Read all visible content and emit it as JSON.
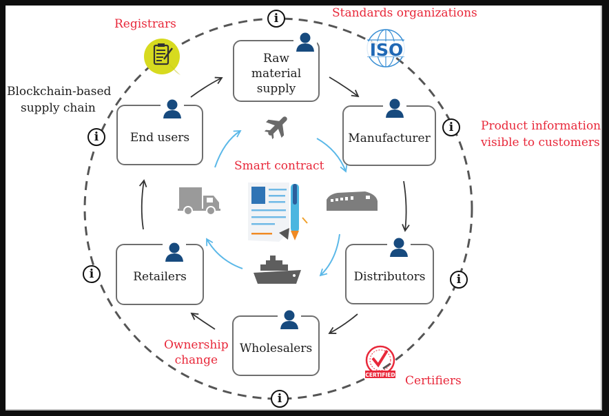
{
  "title": "Blockchain-based supply chain",
  "center_label": "Smart contract",
  "nodes": [
    {
      "id": "raw-material-supply",
      "label": "Raw material supply",
      "lines": [
        "Raw",
        "material",
        "supply"
      ]
    },
    {
      "id": "manufacturer",
      "label": "Manufacturer"
    },
    {
      "id": "distributors",
      "label": "Distributors"
    },
    {
      "id": "wholesalers",
      "label": "Wholesalers"
    },
    {
      "id": "retailers",
      "label": "Retailers"
    },
    {
      "id": "end-users",
      "label": "End users"
    }
  ],
  "flow": [
    "Raw material supply",
    "Manufacturer",
    "Distributors",
    "Wholesalers",
    "Retailers",
    "End users",
    "Raw material supply"
  ],
  "transport_icons": [
    "airplane-icon",
    "train-icon",
    "ship-icon",
    "truck-icon"
  ],
  "annotations": {
    "registrars": "Registrars",
    "standards": "Standards organizations",
    "product_info_line1": "Product information",
    "product_info_line2": "visible to customers",
    "ownership_line1": "Ownership",
    "ownership_line2": "change",
    "certifiers": "Certifiers",
    "blockchain_line1": "Blockchain-based",
    "blockchain_line2": "supply chain"
  },
  "icons": {
    "iso_text": "ISO",
    "certified_text": "CERTIFIED",
    "info_glyph": "i"
  },
  "colors": {
    "annotation_red": "#e8283a",
    "person_blue": "#174a7e",
    "smart_contract_arrow_blue": "#5bb8e8",
    "registrar_yellow": "#d4d71e",
    "iso_blue": "#1f78c1",
    "dashed_ring": "#555555"
  }
}
